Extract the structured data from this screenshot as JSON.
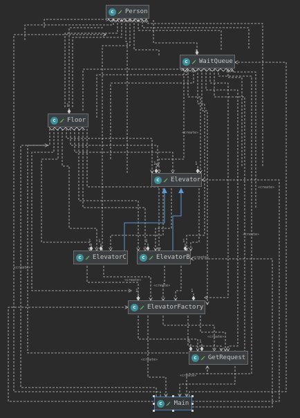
{
  "diagram": {
    "classes": {
      "person": "Person",
      "wait_queue": "WaitQueue",
      "floor": "Floor",
      "elevator": "Elevator",
      "elevator_c": "ElevatorC",
      "elevator_b": "ElevatorB",
      "elevator_factory": "ElevatorFactory",
      "get_request": "GetRequest",
      "main": "Main"
    },
    "class_icon_letter": "c",
    "stereotype": "«create»",
    "multiplicity": "1",
    "colors": {
      "background": "#2b2b2b",
      "node_fill": "#3c3f41",
      "node_border": "#6b6e70",
      "dependency_line": "#c8c8c8",
      "inheritance_line": "#5b9bd5",
      "class_icon": "#3d8f99",
      "selection": "#4a7fb5"
    },
    "icons": {
      "class": "class-c-icon",
      "visibility": "leaf-visibility-icon"
    }
  }
}
